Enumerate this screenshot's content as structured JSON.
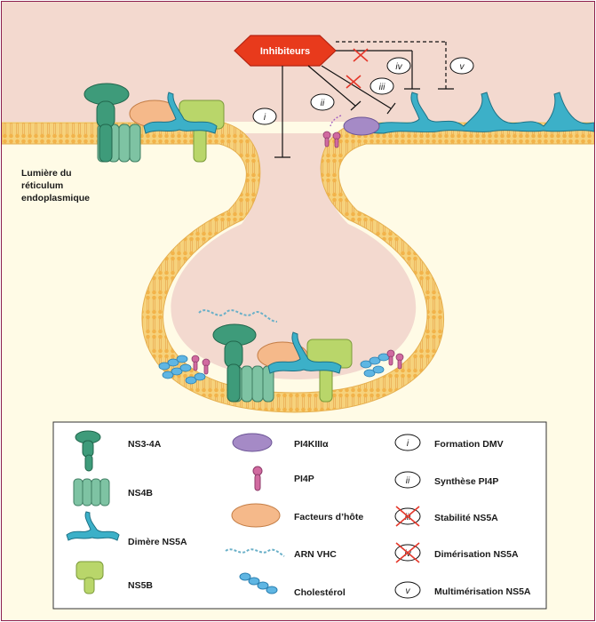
{
  "inhibitor": {
    "label": "Inhibiteurs",
    "color": "#e83a1c"
  },
  "lumen_label": {
    "line1": "Lumière du",
    "line2": "réticulum",
    "line3": "endoplasmique"
  },
  "pathway_markers": [
    "i",
    "ii",
    "iii",
    "iv",
    "v"
  ],
  "legend": {
    "col1": [
      {
        "icon": "ns3-4a-icon",
        "label": "NS3-4A"
      },
      {
        "icon": "ns4b-icon",
        "label": "NS4B"
      },
      {
        "icon": "ns5a-dimer-icon",
        "label": "Dimère NS5A"
      },
      {
        "icon": "ns5b-icon",
        "label": "NS5B"
      }
    ],
    "col2": [
      {
        "icon": "pi4kiiia-icon",
        "label": "PI4KIIIα"
      },
      {
        "icon": "pi4p-icon",
        "label": "PI4P"
      },
      {
        "icon": "host-factor-icon",
        "label": "Facteurs d’hôte"
      },
      {
        "icon": "hcv-rna-icon",
        "label": "ARN VHC"
      },
      {
        "icon": "cholesterol-icon",
        "label": "Cholestérol"
      }
    ],
    "col3": [
      {
        "marker": "i",
        "label": "Formation DMV",
        "crossed": false
      },
      {
        "marker": "ii",
        "label": "Synthèse PI4P",
        "crossed": false
      },
      {
        "marker": "iii",
        "label": "Stabilité NS5A",
        "crossed": true
      },
      {
        "marker": "iv",
        "label": "Dimérisation NS5A",
        "crossed": true
      },
      {
        "marker": "v",
        "label": "Multimérisation NS5A",
        "crossed": false
      }
    ]
  },
  "colors": {
    "cytosol": "#f3d9cf",
    "lumen": "#fbf0cc",
    "membrane": "#f7d88a",
    "ns3": "#3e9b7a",
    "ns4b": "#7ec3a3",
    "ns5a": "#3cb0c8",
    "ns5b": "#b9d66a",
    "host_factor": "#f5b98a",
    "pi4k": "#a58ac6",
    "pi4p": "#d16aa0",
    "cross": "#e4372a",
    "frame": "#8c1f4e"
  }
}
